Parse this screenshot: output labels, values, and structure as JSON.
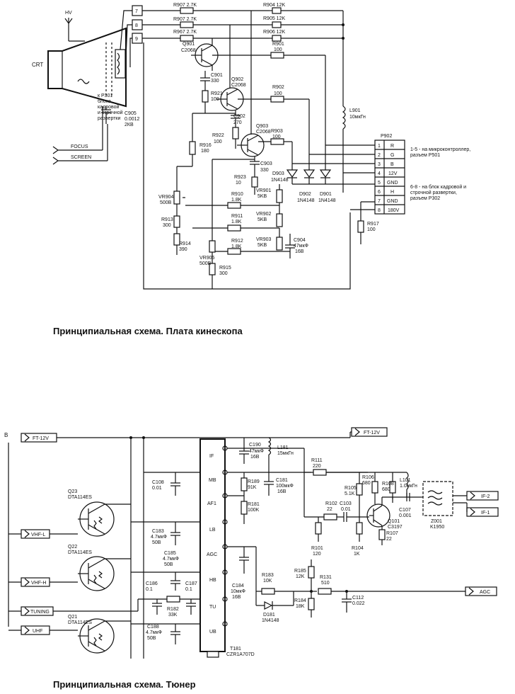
{
  "crt_section": {
    "crt_label": "CRT",
    "hv_label": "HV",
    "connector_numbers": [
      "7",
      "8",
      "9"
    ],
    "to_p301_note": [
      "к P301",
      "блока",
      "кадровой",
      "и строчной",
      "развертки"
    ],
    "focus_label": "FOCUS",
    "screen_label": "SCREEN",
    "components": {
      "R907": "R907 2.7K",
      "R907b": "R907 2.7K",
      "R967": "R967 2.7K",
      "R904": "R904 12K",
      "R905": "R905 12K",
      "R906": "R906 12K",
      "Q901": [
        "Q901",
        "C2068"
      ],
      "R901": [
        "R901",
        "100"
      ],
      "C901": [
        "C901",
        "330"
      ],
      "R921": [
        "R921",
        "100"
      ],
      "Q902": [
        "Q902",
        "C2068"
      ],
      "R902": [
        "R902",
        "100"
      ],
      "C902": [
        "C902",
        "270"
      ],
      "R922": [
        "R922",
        "100"
      ],
      "Q903": [
        "Q903",
        "C2068"
      ],
      "R903": [
        "R903",
        "100"
      ],
      "R916": [
        "R916",
        "180"
      ],
      "C903": [
        "C903",
        "330"
      ],
      "R923": [
        "R923",
        "10"
      ],
      "D903": [
        "D903",
        "1N4148"
      ],
      "D902": [
        "D902",
        "1N4148"
      ],
      "D901": [
        "D901",
        "1N4148"
      ],
      "L901": [
        "L901",
        "10мкГн"
      ],
      "C905": [
        "C905",
        "0.0012",
        "2КВ"
      ],
      "VR904": [
        "VR904",
        "500В"
      ],
      "R910": [
        "R910",
        "1.8K"
      ],
      "VR901": [
        "VR901",
        "5KB"
      ],
      "R911": [
        "R911",
        "1.8K"
      ],
      "VR902": [
        "VR902",
        "5KB"
      ],
      "R913": [
        "R913",
        "300"
      ],
      "R914": [
        "R914",
        "390"
      ],
      "R912": [
        "R912",
        "1.8K"
      ],
      "VR903": [
        "VR903",
        "5KB"
      ],
      "C904": [
        "C904",
        "47мкФ",
        "16В"
      ],
      "VR905": [
        "VR905",
        "500В"
      ],
      "R915": [
        "R915",
        "300"
      ],
      "R917": [
        "R917",
        "100"
      ]
    },
    "connector_p902": {
      "name": "P902",
      "pins": [
        {
          "num": "1",
          "name": "R"
        },
        {
          "num": "2",
          "name": "G"
        },
        {
          "num": "3",
          "name": "B"
        },
        {
          "num": "4",
          "name": "12V"
        },
        {
          "num": "5",
          "name": "GND"
        },
        {
          "num": "6",
          "name": "H"
        },
        {
          "num": "7",
          "name": "GND"
        },
        {
          "num": "8",
          "name": "180V"
        }
      ],
      "note_1": [
        "1-5 - на микроконтроллер,",
        "разъем P501"
      ],
      "note_2": [
        "6-8 - на блок кадровой и",
        "строчной развертки,",
        "разъем P302"
      ]
    },
    "caption": "Принципиальная схема. Плата кинескопа"
  },
  "tuner_section": {
    "section_letter": "B",
    "ft12v_left": "FT-12V",
    "ft12v_right": "FT-12V",
    "inputs": [
      "VHF-L",
      "VHF-H",
      "TUNING",
      "UHF"
    ],
    "outputs": [
      "IF-2",
      "IF-1",
      "AGC"
    ],
    "tuner_pins": [
      "IF",
      "MB",
      "AF1",
      "LB",
      "AGC",
      "HB",
      "TU",
      "UB"
    ],
    "components": {
      "Q23": [
        "Q23",
        "DTA114ES"
      ],
      "Q22": [
        "Q22",
        "DTA114ES"
      ],
      "Q21": [
        "Q21",
        "DTA114ES"
      ],
      "C108": [
        "C108",
        "0.01"
      ],
      "C183": [
        "C183",
        "4.7мкФ",
        "50В"
      ],
      "C185": [
        "C185",
        "4.7мкФ",
        "50В"
      ],
      "C186": [
        "C186",
        "0.1"
      ],
      "C187": [
        "C187",
        "0.1"
      ],
      "R182": [
        "R182",
        "33K"
      ],
      "C188": [
        "C188",
        "4.7мкФ",
        "50В"
      ],
      "C190": [
        "C190",
        "47мкФ",
        "16В"
      ],
      "L181": [
        "L181",
        "15мкГн"
      ],
      "R189": [
        "R189",
        "91K"
      ],
      "C181": [
        "C181",
        "100мкФ",
        "16В"
      ],
      "R181": [
        "R181",
        "100K"
      ],
      "C184": [
        "C184",
        "10мкФ",
        "16В"
      ],
      "R183": [
        "R183",
        "10K"
      ],
      "D181": [
        "D181",
        "1N4148"
      ],
      "T181": [
        "T181",
        "CZR1A707D"
      ],
      "R111": [
        "R111",
        "220"
      ],
      "R102": [
        "R102",
        "22"
      ],
      "C103": [
        "C103",
        "0.01"
      ],
      "R101": [
        "R101",
        "120"
      ],
      "R185": [
        "R185",
        "12K"
      ],
      "R184": [
        "R184",
        "18K"
      ],
      "R131": [
        "R131",
        "510"
      ],
      "C112": [
        "C112",
        "0.022"
      ],
      "R105": [
        "R105",
        "5.1K"
      ],
      "R106": [
        "R106",
        "680"
      ],
      "R108": [
        "R108",
        "680"
      ],
      "L101": [
        "L101",
        "1.0мкГн"
      ],
      "R104": [
        "R104",
        "1K"
      ],
      "Q101": [
        "Q101",
        "C3197"
      ],
      "R107": [
        "R107",
        "22"
      ],
      "C107": [
        "C107",
        "0.001"
      ],
      "Z001": [
        "Z001",
        "K1950"
      ]
    },
    "caption": "Принципиальная схема. Тюнер"
  }
}
